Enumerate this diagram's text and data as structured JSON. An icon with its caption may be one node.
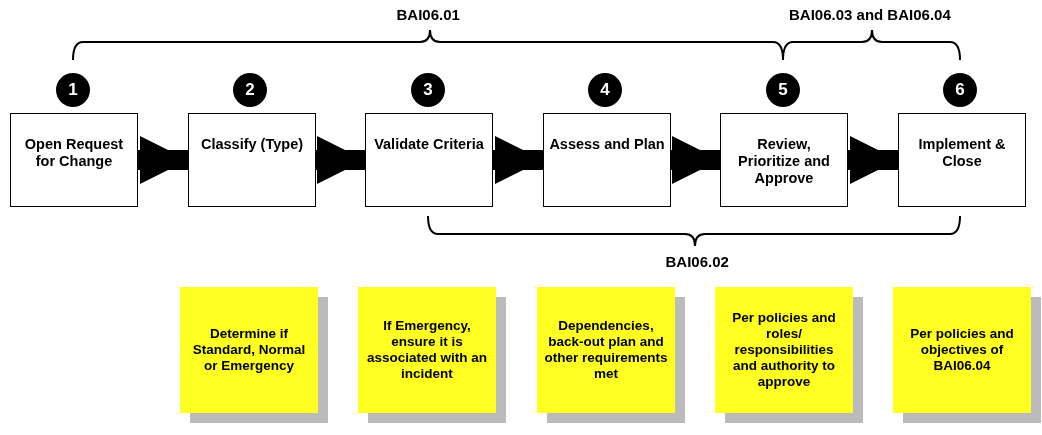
{
  "diagram": {
    "nodes": [
      {
        "text": [
          "1"
        ]
      },
      {
        "text": [
          "2"
        ]
      },
      {
        "text": [
          "3"
        ]
      },
      {
        "text": [
          "4"
        ]
      },
      {
        "text": [
          "5"
        ]
      },
      {
        "text": [
          "6"
        ]
      },
      {
        "text": [
          "Open Request for Change"
        ]
      },
      {
        "text": [
          "Classify (Type)"
        ]
      },
      {
        "text": [
          "Validate Criteria"
        ]
      },
      {
        "text": [
          "Assess and Plan"
        ]
      },
      {
        "text": [
          "Review, Prioritize and Approve"
        ]
      },
      {
        "text": [
          "Implement & Close"
        ]
      },
      {
        "text": [
          "Determine if Standard, Normal or Emergency"
        ]
      },
      {
        "text": [
          "If Emergency, ensure it is associated with an incident"
        ]
      },
      {
        "text": [
          "Dependencies, back-out plan and other requirements met"
        ]
      },
      {
        "text": [
          "Per policies and roles/ responsibilities and authority to approve"
        ]
      },
      {
        "text": [
          "Per policies and objectives of BAI06.04"
        ]
      }
    ],
    "edges": [
      {
        "from": 6,
        "to": 7,
        "arrow": "to"
      },
      {
        "from": 7,
        "to": 8,
        "arrow": "to"
      },
      {
        "from": 8,
        "to": 9,
        "arrow": "to"
      },
      {
        "from": 9,
        "to": 10,
        "arrow": "to"
      },
      {
        "from": 10,
        "to": 11,
        "arrow": "to"
      }
    ],
    "labels": [
      "BAI06.01",
      "BAI06.03 and BAI06.04",
      "BAI06.02"
    ]
  }
}
